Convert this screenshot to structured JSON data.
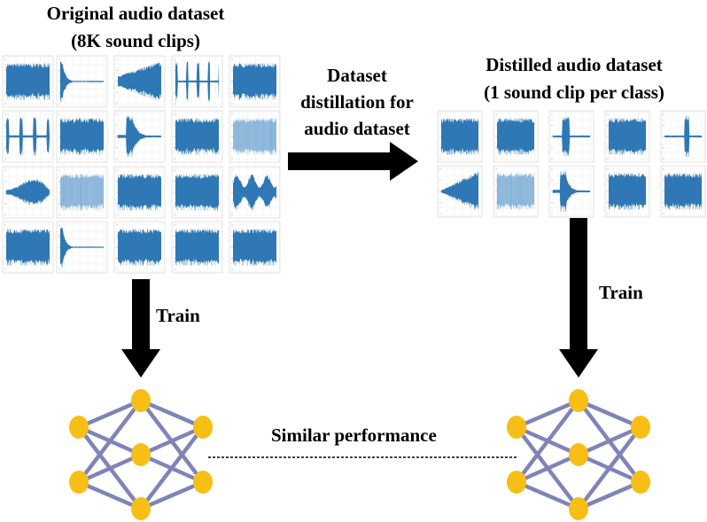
{
  "original_dataset": {
    "title_line1": "Original audio dataset",
    "title_line2": "(8K sound clips)"
  },
  "distillation": {
    "line1": "Dataset",
    "line2": "distillation for",
    "line3": "audio dataset"
  },
  "distilled_dataset": {
    "title_line1": "Distilled audio dataset",
    "title_line2": "(1 sound clip per class)"
  },
  "train_left": "Train",
  "train_right": "Train",
  "comparison_label": "Similar performance",
  "colors": {
    "waveform": "#2f78b5",
    "waveform_light": "#7eaed6",
    "network_edge": "#7f84b8",
    "network_node": "#f7bf16",
    "arrow": "#000000"
  },
  "icons": {
    "waveform_thumbnail": "waveform-plot-icon",
    "neural_network": "neural-network-icon"
  }
}
